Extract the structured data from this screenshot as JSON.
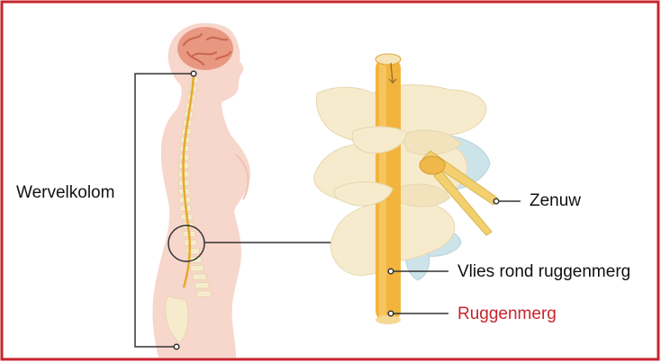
{
  "diagram": {
    "labels": {
      "spine": "Wervelkolom",
      "nerve": "Zenuw",
      "membrane": "Vlies rond ruggenmerg",
      "spinal_cord": "Ruggenmerg"
    },
    "colors": {
      "frame_border": "#c8242c",
      "body_silhouette": "#f7d6cb",
      "brain": "#e89780",
      "vertebra": "#f6ebcc",
      "spinal_cord": "#f2b43c",
      "nerve": "#f2d070",
      "membrane": "#cde3ea",
      "line": "#333333",
      "text": "#111111",
      "highlight_text": "#c8242c"
    }
  }
}
